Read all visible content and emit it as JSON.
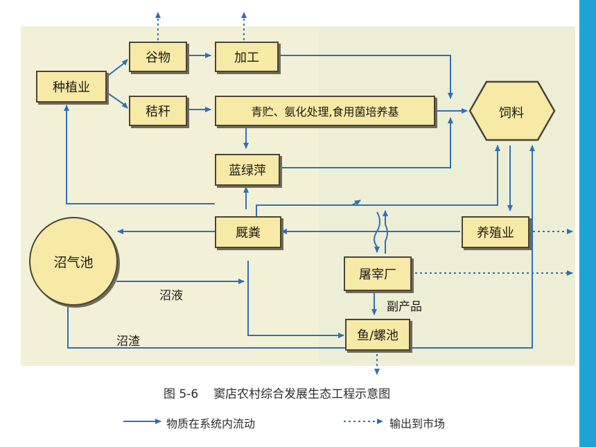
{
  "nodes": {
    "planting": "种植业",
    "grain": "谷物",
    "processing": "加工",
    "straw": "秸秆",
    "straw_treatment": "青贮、氨化处理,食用菌培养基",
    "feed": "饲料",
    "azolla": "蓝绿萍",
    "manure": "厩粪",
    "livestock": "养殖业",
    "biogas": "沼气池",
    "slaughterhouse": "屠宰厂",
    "fish_pond": "鱼/螺池"
  },
  "edge_labels": {
    "biogas_slurry": "沼液",
    "biogas_residue": "沼渣",
    "byproducts": "副产品"
  },
  "caption": {
    "number": "图 5-6",
    "title": "窦店农村综合发展生态工程示意图"
  },
  "legend": {
    "solid": "物质在系统内流动",
    "dotted": "输出到市场"
  },
  "colors": {
    "arrow": "#2f6fb6",
    "box_fill": "#f7e9a6",
    "box_border": "#4a4436",
    "sidebar": "#1fa3d6"
  }
}
